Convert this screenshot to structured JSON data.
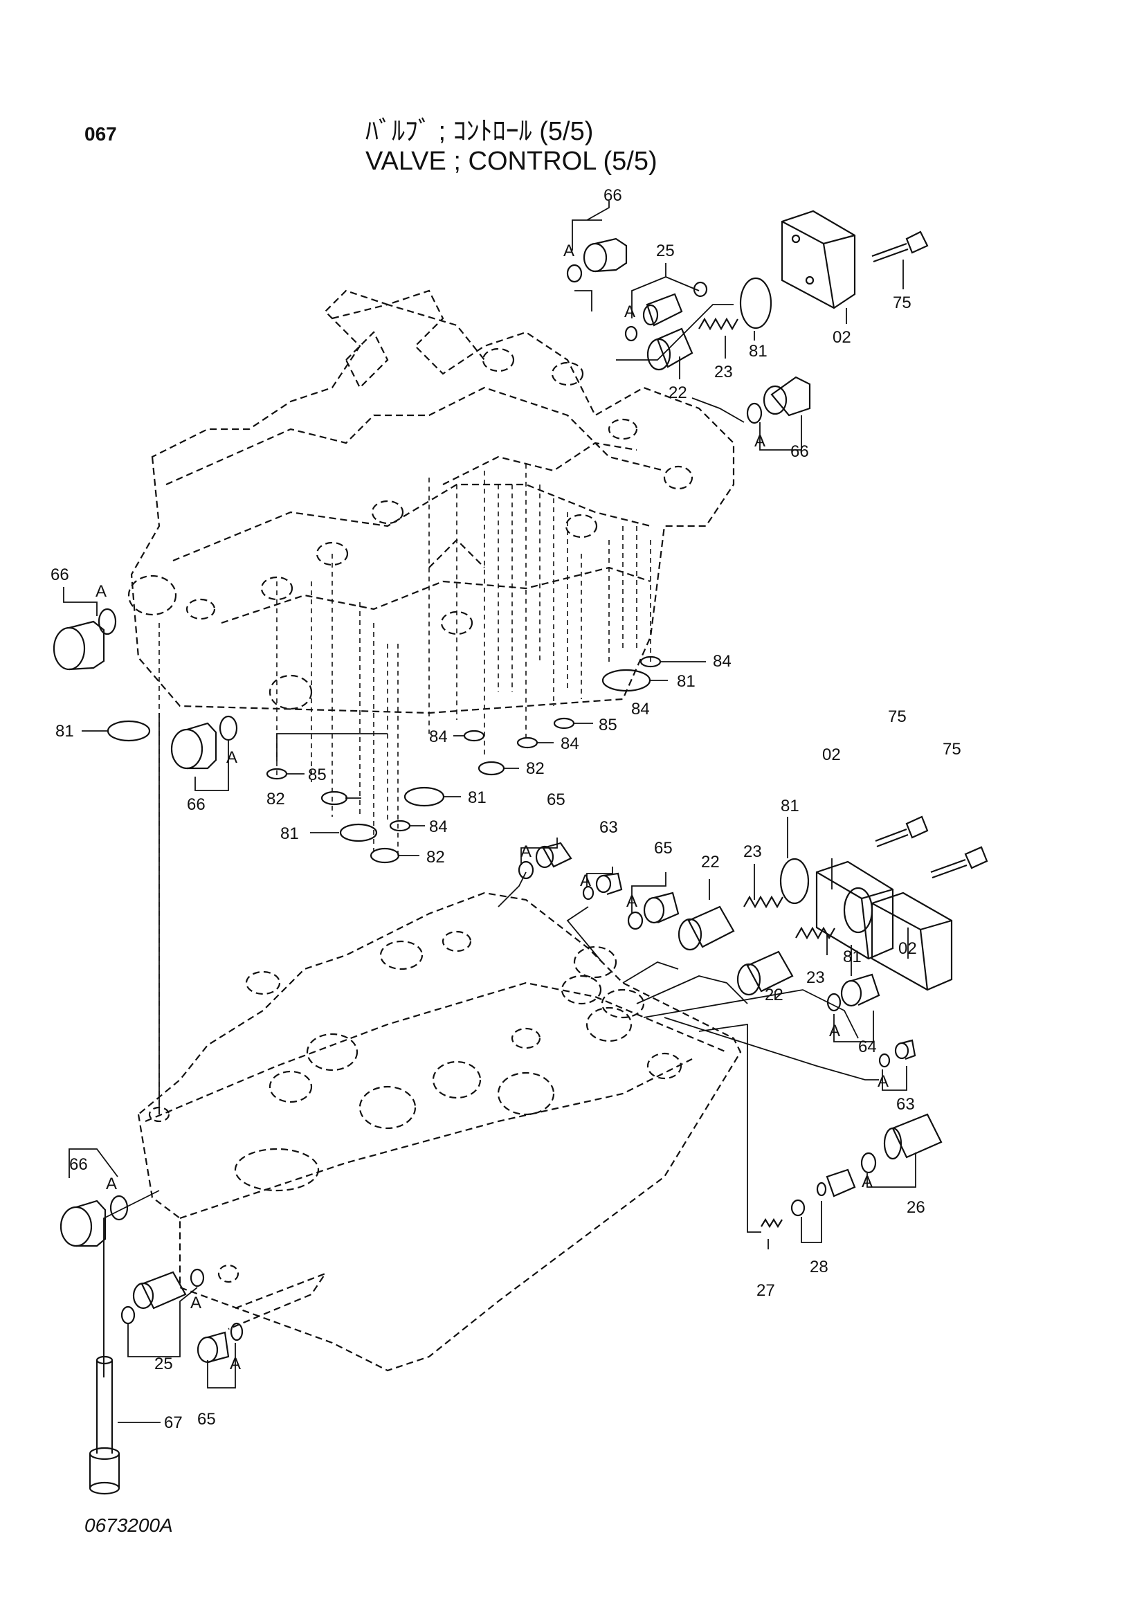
{
  "page_number": "067",
  "title_ja": "ﾊﾞﾙﾌﾞ ; ｺﾝﾄﾛｰﾙ (5/5)",
  "title_en": "VALVE ; CONTROL (5/5)",
  "figure_id": "0673200A",
  "colors": {
    "ink": "#111111",
    "paper": "#ffffff"
  },
  "callouts": [
    {
      "label": "66"
    },
    {
      "label": "A"
    },
    {
      "label": "25"
    },
    {
      "label": "A"
    },
    {
      "label": "75"
    },
    {
      "label": "81"
    },
    {
      "label": "02"
    },
    {
      "label": "23"
    },
    {
      "label": "22"
    },
    {
      "label": "66"
    },
    {
      "label": "A"
    },
    {
      "label": "66"
    },
    {
      "label": "A"
    },
    {
      "label": "84"
    },
    {
      "label": "81"
    },
    {
      "label": "84"
    },
    {
      "label": "85"
    },
    {
      "label": "84"
    },
    {
      "label": "84"
    },
    {
      "label": "81"
    },
    {
      "label": "82"
    },
    {
      "label": "81"
    },
    {
      "label": "85"
    },
    {
      "label": "82"
    },
    {
      "label": "81"
    },
    {
      "label": "84"
    },
    {
      "label": "82"
    },
    {
      "label": "66"
    },
    {
      "label": "A"
    },
    {
      "label": "75"
    },
    {
      "label": "75"
    },
    {
      "label": "02"
    },
    {
      "label": "65"
    },
    {
      "label": "63"
    },
    {
      "label": "65"
    },
    {
      "label": "22"
    },
    {
      "label": "23"
    },
    {
      "label": "81"
    },
    {
      "label": "A"
    },
    {
      "label": "A"
    },
    {
      "label": "A"
    },
    {
      "label": "23"
    },
    {
      "label": "81"
    },
    {
      "label": "02"
    },
    {
      "label": "22"
    },
    {
      "label": "A"
    },
    {
      "label": "64"
    },
    {
      "label": "A"
    },
    {
      "label": "63"
    },
    {
      "label": "A"
    },
    {
      "label": "26"
    },
    {
      "label": "28"
    },
    {
      "label": "27"
    },
    {
      "label": "66"
    },
    {
      "label": "A"
    },
    {
      "label": "A"
    },
    {
      "label": "25"
    },
    {
      "label": "A"
    },
    {
      "label": "65"
    },
    {
      "label": "67"
    }
  ]
}
